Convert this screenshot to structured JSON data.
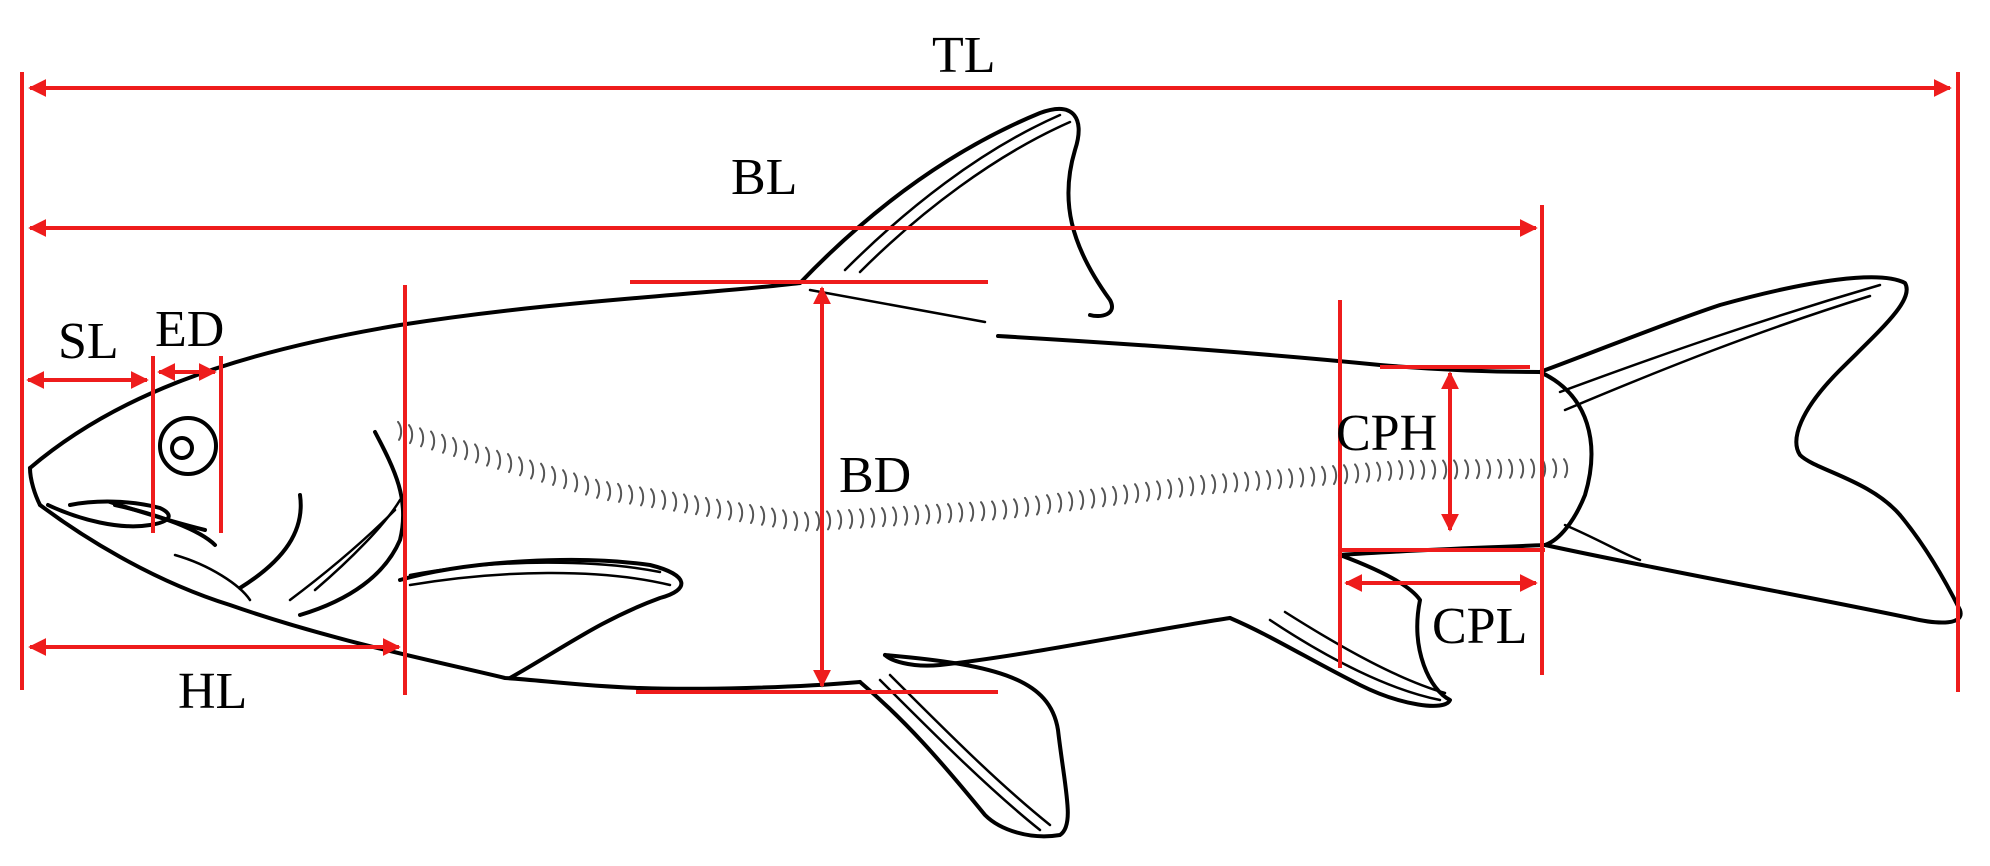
{
  "colors": {
    "measure": "#ee1c1c",
    "outline": "#000000",
    "background": "#ffffff"
  },
  "labels": {
    "tl": "TL",
    "bl": "BL",
    "sl": "SL",
    "ed": "ED",
    "bd": "BD",
    "cph": "CPH",
    "cpl": "CPL",
    "hl": "HL"
  }
}
